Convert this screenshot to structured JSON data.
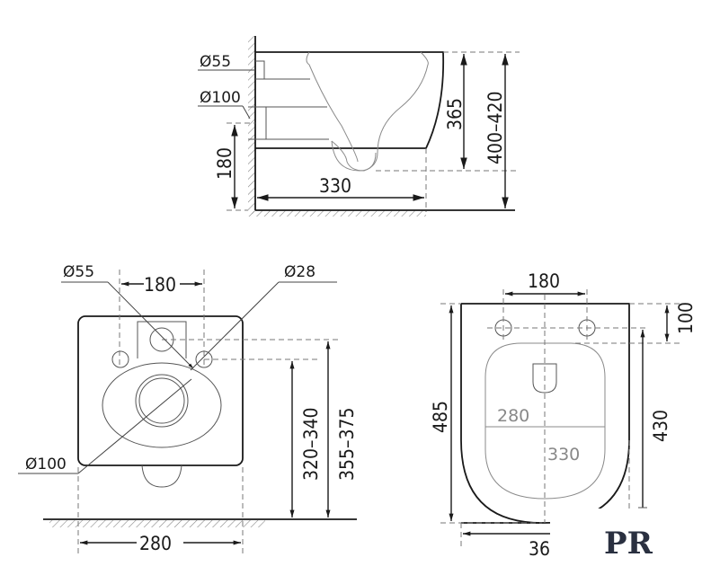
{
  "side_view": {
    "labels": {
      "inlet_diameter": "Ø55",
      "outlet_diameter": "Ø100",
      "outlet_height": "180",
      "depth": "330",
      "bowl_height": "365",
      "mount_height": "400–420"
    }
  },
  "front_view": {
    "labels": {
      "inlet_diameter": "Ø55",
      "bolt_spacing": "180",
      "bolt_diameter": "Ø28",
      "outlet_diameter": "Ø100",
      "width": "280",
      "bolt_height": "320–340",
      "inlet_height": "355–375"
    }
  },
  "top_view": {
    "labels": {
      "bolt_spacing": "180",
      "bolt_offset": "100",
      "length": "485",
      "bolt_to_front": "430",
      "inner_width": "280",
      "inner_length": "330",
      "outer_width": "36"
    }
  },
  "logo": {
    "text": "PR",
    "colors": {
      "letters": "#2a3040",
      "underline": "#9a9a9a"
    }
  }
}
